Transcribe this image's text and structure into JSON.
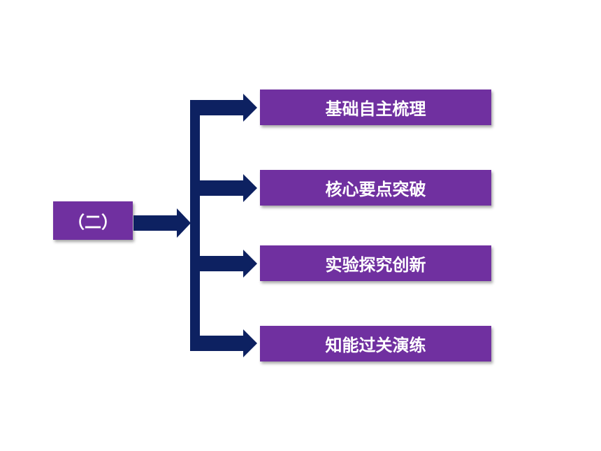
{
  "source_label": "（二）",
  "items": [
    {
      "label": "基础自主梳理"
    },
    {
      "label": "核心要点突破"
    },
    {
      "label": "实验探究创新"
    },
    {
      "label": "知能过关演练"
    }
  ],
  "colors": {
    "box": "#7030a0",
    "arrow": "#0d2161"
  }
}
